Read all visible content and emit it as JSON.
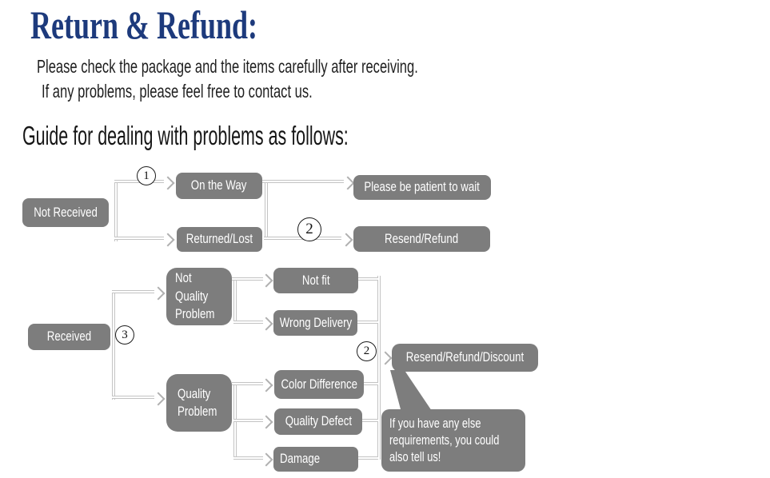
{
  "header": {
    "title": "Return & Refund:",
    "intro_line1": "Please check the package and the items carefully after receiving.",
    "intro_line2": "If any problems, please feel free to contact us.",
    "guide_heading": "Guide for dealing with problems as follows:"
  },
  "colors": {
    "title_navy": "#1d3a7c",
    "node_gray": "#7d7d7d",
    "node_text": "#ffffff",
    "connector_gray": "#c3c3c3"
  },
  "flow": {
    "steps": {
      "s1": "1",
      "s2": "2",
      "s3": "3"
    },
    "nodes": {
      "not_received": "Not Received",
      "on_the_way": "On the Way",
      "returned_lost": "Returned/Lost",
      "please_wait": "Please be patient to wait",
      "resend_refund": "Resend/Refund",
      "received": "Received",
      "not_quality_problem": "Not Quality Problem",
      "not_fit": "Not fit",
      "wrong_delivery": "Wrong Delivery",
      "quality_problem": "Quality Problem",
      "color_difference": "Color Difference",
      "quality_defect": "Quality Defect",
      "damage": "Damage",
      "resend_refund_discount": "Resend/Refund/Discount",
      "bubble_note": "If you have any else requirements, you could also tell us!"
    }
  }
}
